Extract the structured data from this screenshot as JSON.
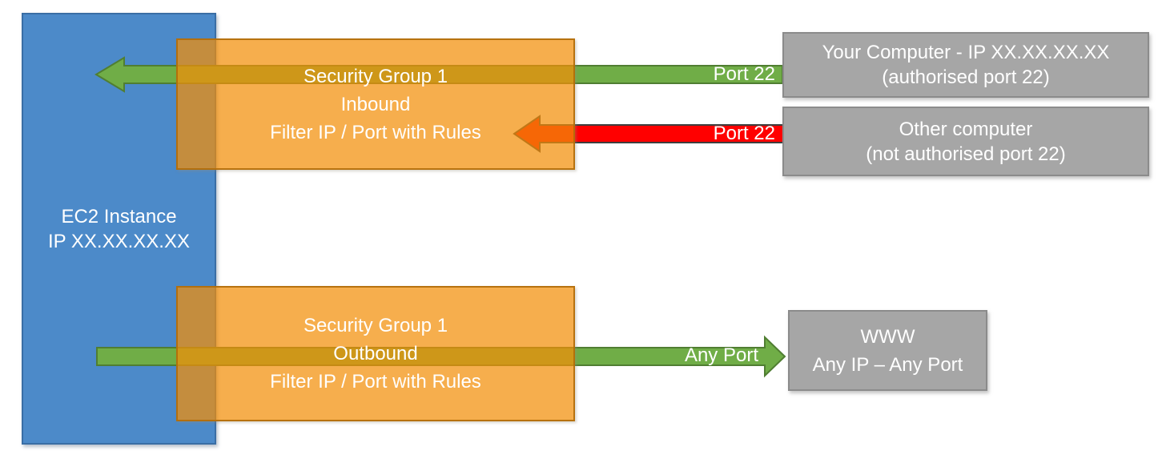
{
  "diagram": {
    "ec2": {
      "line1": "EC2 Instance",
      "line2": "IP XX.XX.XX.XX"
    },
    "sg_inbound": {
      "line1": "Security Group 1",
      "line2": "Inbound",
      "line3": "Filter IP / Port with Rules"
    },
    "sg_outbound": {
      "line1": "Security Group 1",
      "line2": "Outbound",
      "line3": "Filter IP / Port with Rules"
    },
    "your_computer": {
      "line1": "Your Computer - IP XX.XX.XX.XX",
      "line2": "(authorised port 22)"
    },
    "other_computer": {
      "line1": "Other computer",
      "line2": "(not authorised port 22)"
    },
    "www": {
      "line1": "WWW",
      "line2": "Any IP – Any Port"
    },
    "arrow_labels": {
      "inbound_allowed": "Port 22",
      "inbound_blocked": "Port 22",
      "outbound": "Any Port"
    },
    "colors": {
      "ec2_blue": "#4C8AC9",
      "ec2_border": "#3A6EA5",
      "security_group_orange": "rgba(243,143,8,0.72)",
      "security_group_border": "#B06C09",
      "allowed_green": "#70AD47",
      "allowed_green_border": "#507E32",
      "blocked_red": "#FF0000",
      "blocked_red_border": "#3F3F3F",
      "endpoint_gray": "#A6A6A6",
      "endpoint_gray_border": "#8B8B8B",
      "text": "#FFFFFF"
    }
  }
}
